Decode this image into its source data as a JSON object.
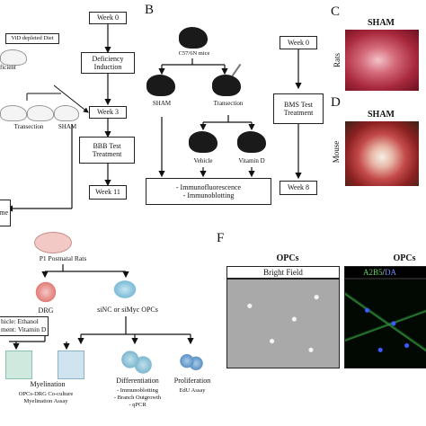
{
  "panelA": {
    "diet_box": "ViD depleted Diet",
    "deficient_label": "ficient",
    "week0": "Week 0",
    "deficiency_induction": "Deficiency Induction",
    "transection": "Transection",
    "sham": "SHAM",
    "week3": "Week 3",
    "bbb_test": "BBB Test Treatment",
    "week11": "Week 11",
    "partial_box": "me"
  },
  "panelB": {
    "letter": "B",
    "mice": "C57/6N mice",
    "sham": "SHAM",
    "transection": "Transection",
    "vehicle": "Vehicle",
    "vitamin_d": "Vitamin D",
    "week0": "Week 0",
    "bms_test": "BMS Test Treatment",
    "week8": "Week 8",
    "assay1": "- Immunofluorescence",
    "assay2": "- Immunoblotting"
  },
  "panelC": {
    "letter": "C",
    "title": "SHAM",
    "side": "Rats"
  },
  "panelD": {
    "letter": "D",
    "title": "SHAM",
    "side": "Mouse"
  },
  "panelE": {
    "p1": "P1 Postnatal Rats",
    "drg": "DRG",
    "sinc": "siNC or siMyc OPCs",
    "vehicle": "hicle: Ethanol",
    "treatment": "ment: Vitamin D",
    "myelination": "Myelination",
    "myel_sub1": "OPCs-DRG Co-culture",
    "myel_sub2": "Myelination Assay",
    "differentiation": "Differentiation",
    "diff_sub1": "- Immunoblotting",
    "diff_sub2": "- Branch Outgrowth",
    "diff_sub3": "- qPCR",
    "proliferation": "Proliferation",
    "prolif_sub": "EdU Assay"
  },
  "panelF": {
    "letter": "F",
    "col1_title": "OPCs",
    "col1_sub": "Bright Field",
    "col2_title": "OPCs",
    "col2_sub_a": "A2B5",
    "col2_sub_sep": "/",
    "col2_sub_b": "DA"
  }
}
